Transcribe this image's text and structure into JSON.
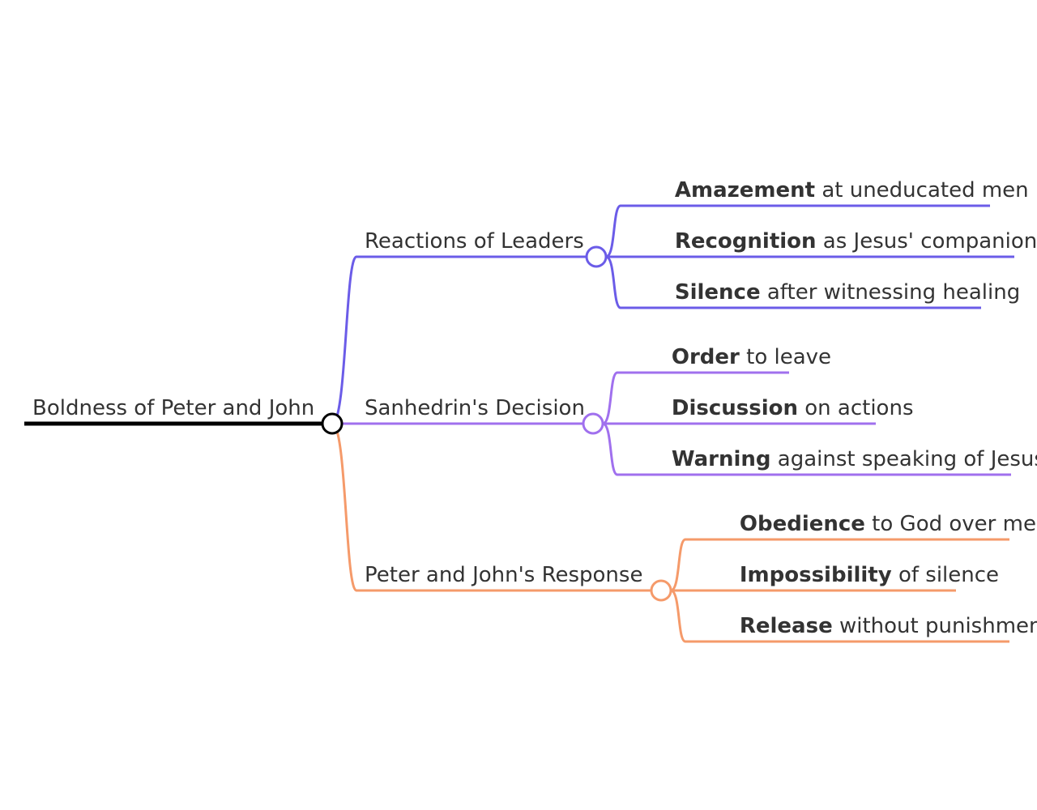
{
  "root": {
    "label": "Boldness of Peter and John",
    "color": "#000000"
  },
  "branches": [
    {
      "id": "reactions",
      "label": "Reactions of Leaders",
      "color": "#6b5ce8",
      "children": [
        {
          "key": "Amazement",
          "rest": " at uneducated men"
        },
        {
          "key": "Recognition",
          "rest": " as Jesus' companions"
        },
        {
          "key": "Silence",
          "rest": " after witnessing healing"
        }
      ]
    },
    {
      "id": "decision",
      "label": "Sanhedrin's Decision",
      "color": "#a070ee",
      "children": [
        {
          "key": "Order",
          "rest": " to leave"
        },
        {
          "key": "Discussion",
          "rest": " on actions"
        },
        {
          "key": "Warning",
          "rest": " against speaking of Jesus"
        }
      ]
    },
    {
      "id": "response",
      "label": "Peter and John's Response",
      "color": "#f59a6a",
      "children": [
        {
          "key": "Obedience",
          "rest": " to God over men"
        },
        {
          "key": "Impossibility",
          "rest": " of silence"
        },
        {
          "key": "Release",
          "rest": " without punishment"
        }
      ]
    }
  ]
}
